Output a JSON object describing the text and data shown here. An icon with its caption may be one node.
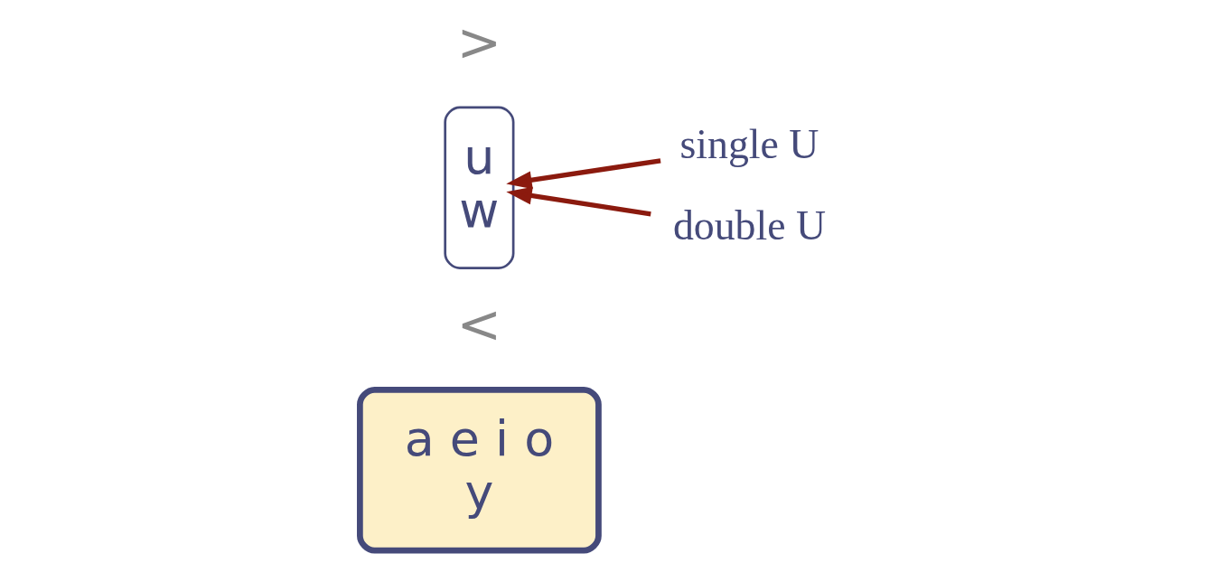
{
  "diagram": {
    "nodes": [
      {
        "text": [
          "a e i o",
          "y"
        ]
      },
      {
        "text": [
          "u",
          "w"
        ]
      },
      {
        "text": [
          "single U"
        ]
      },
      {
        "text": [
          "double U"
        ]
      }
    ],
    "edges": [
      {
        "from": 2,
        "to": 1,
        "arrow": "to"
      },
      {
        "from": 3,
        "to": 1,
        "arrow": "to"
      }
    ],
    "labels": [
      "<",
      ">"
    ]
  }
}
